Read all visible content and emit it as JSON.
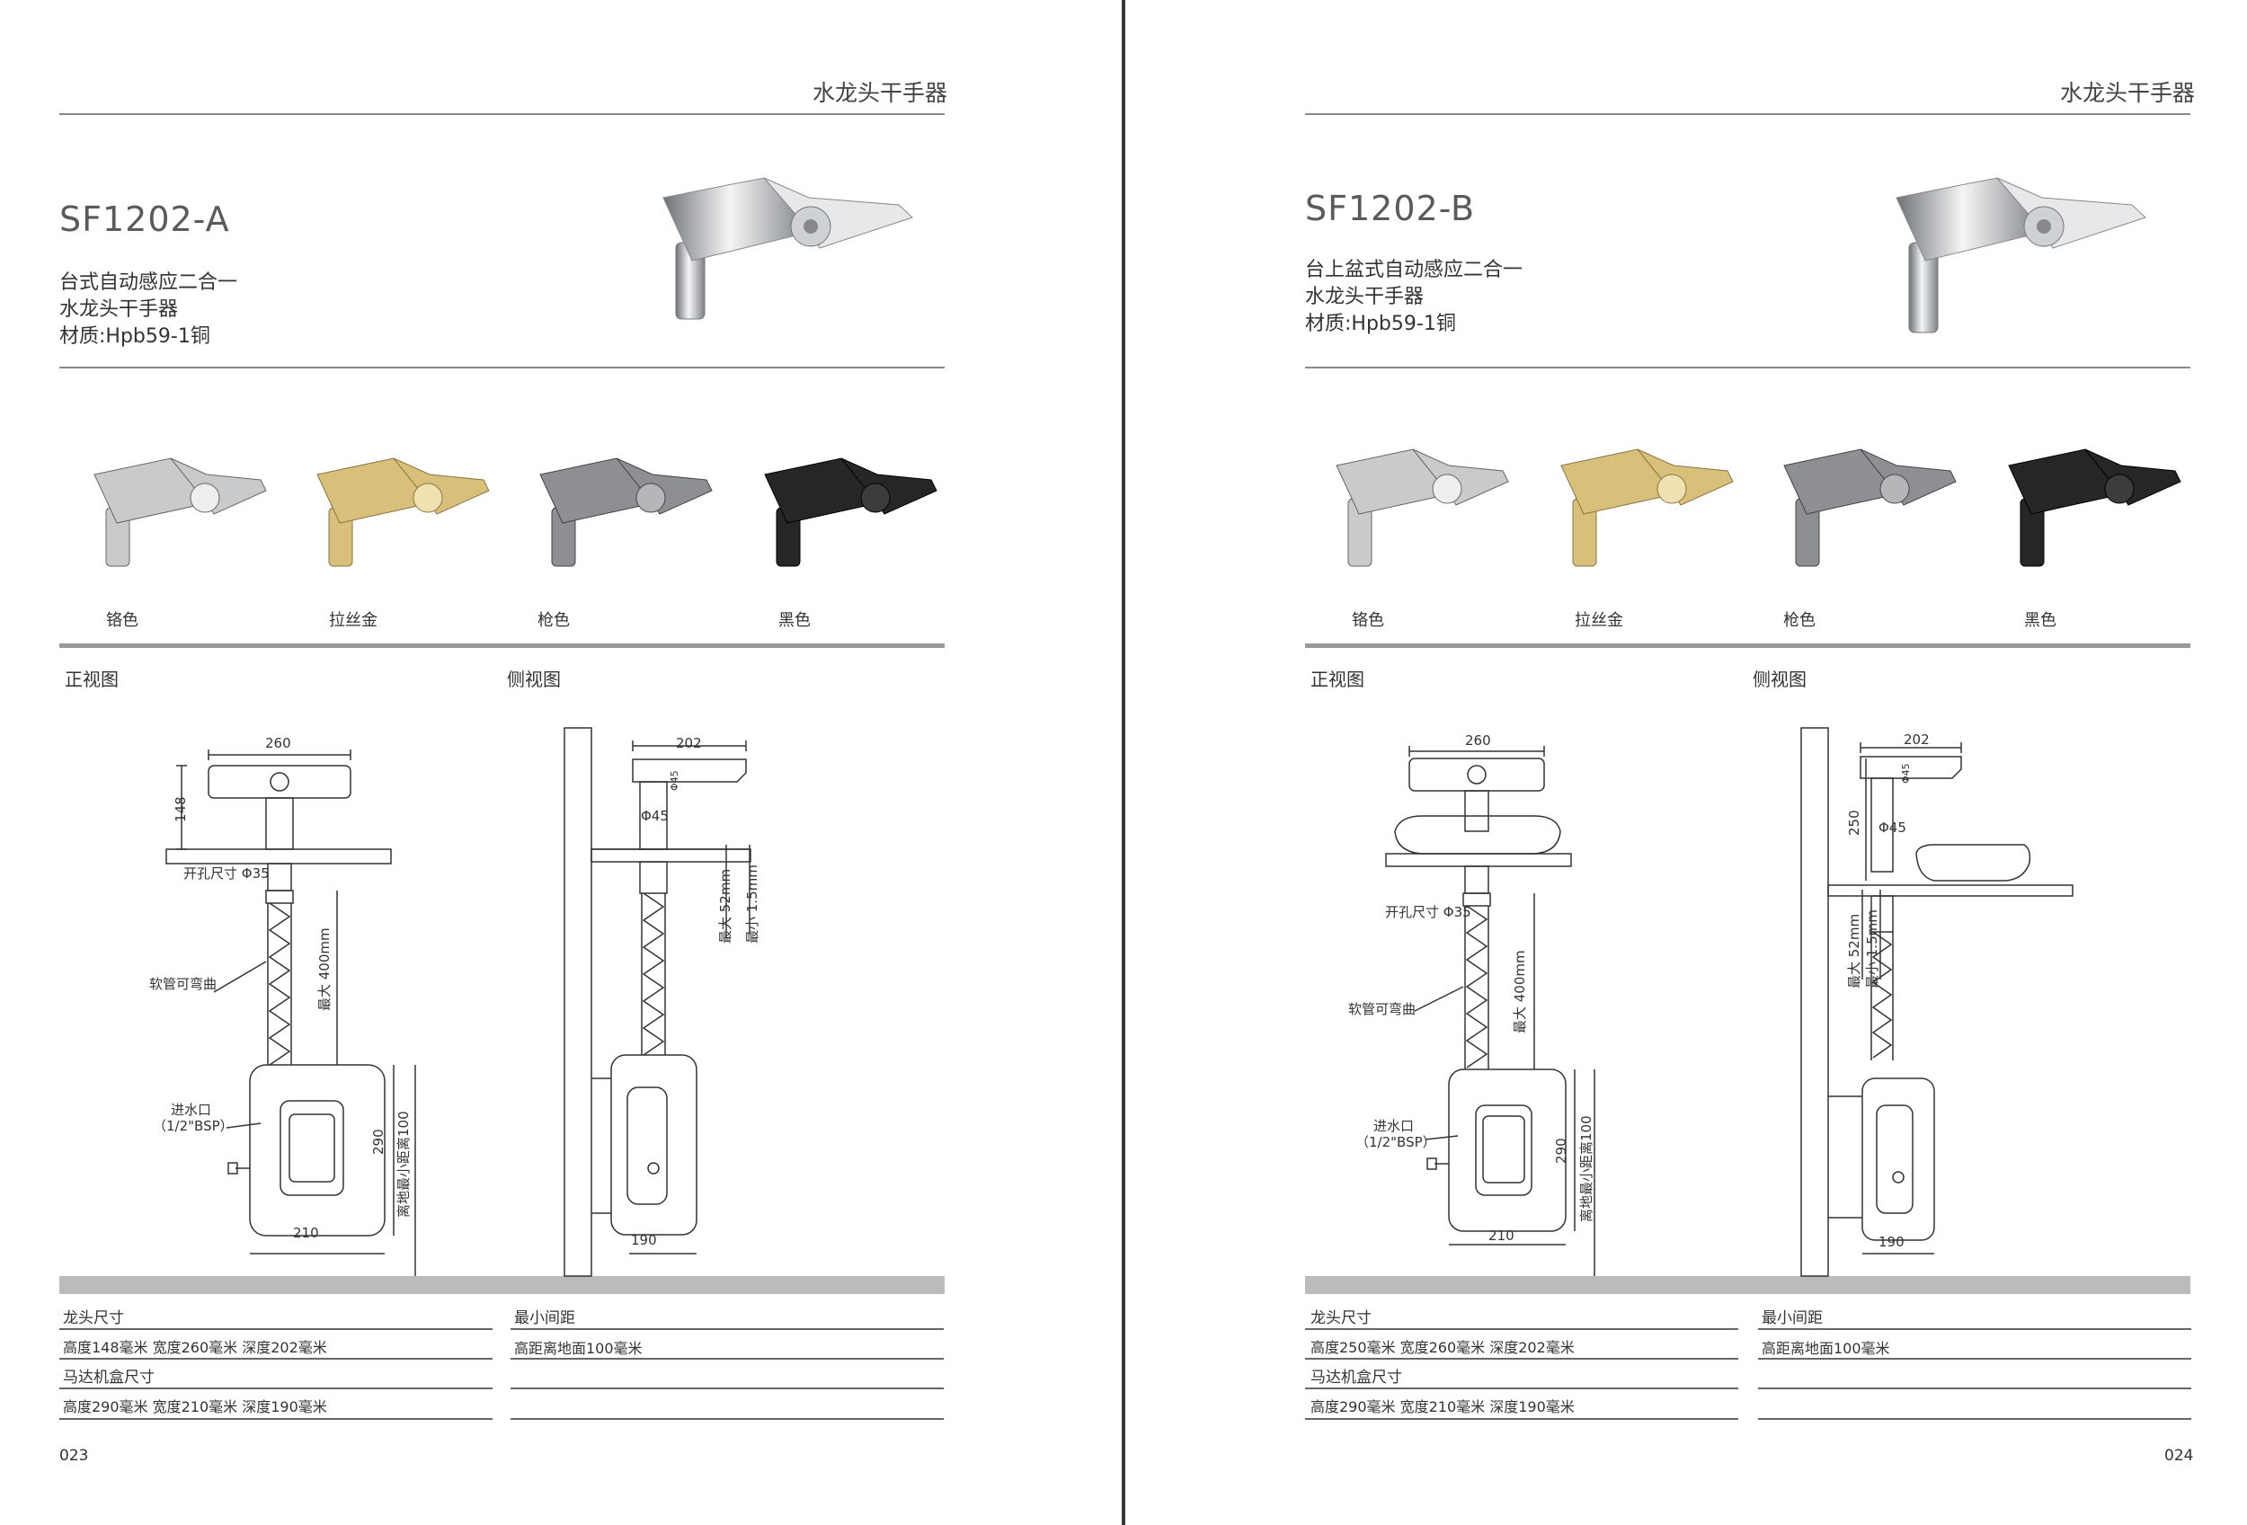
{
  "pages": [
    {
      "header": "水龙头干手器",
      "model": "SF1202-A",
      "desc": [
        "台式自动感应二合一",
        "水龙头干手器",
        "材质:Hpb59-1铜"
      ],
      "colors": [
        {
          "label": "铬色",
          "finish": "#c8cacc"
        },
        {
          "label": "拉丝金",
          "finish": "#d8c07a"
        },
        {
          "label": "枪色",
          "finish": "#8d8f92"
        },
        {
          "label": "黑色",
          "finish": "#262626"
        }
      ],
      "front_view": "正视图",
      "side_view": "侧视图",
      "dims": {
        "width": "260",
        "height": "148",
        "hole": "开孔尺寸 Φ35",
        "hose": "软管可弯曲",
        "hose_max": "最大 400mm",
        "inlet1": "进水口",
        "inlet2": "（1/2\"BSP）",
        "box_h": "290",
        "box_w": "210",
        "floor": "离地最小距离100",
        "depth": "202",
        "phi_small": "Φ45",
        "phi": "Φ45",
        "max_thick": "最大 52mm",
        "min_thick": "最小 1.5mm",
        "box_d": "190"
      },
      "specs": {
        "h1": "龙头尺寸",
        "v1": "高度148毫米  宽度260毫米 深度202毫米",
        "h2": "马达机盒尺寸",
        "v2": "高度290毫米  宽度210毫米 深度190毫米",
        "h3": "最小间距",
        "v3": "高距离地面100毫米"
      },
      "page_num": "023"
    },
    {
      "header": "水龙头干手器",
      "model": "SF1202-B",
      "desc": [
        "台上盆式自动感应二合一",
        "水龙头干手器",
        "材质:Hpb59-1铜"
      ],
      "colors": [
        {
          "label": "铬色",
          "finish": "#c8cacc"
        },
        {
          "label": "拉丝金",
          "finish": "#d8c07a"
        },
        {
          "label": "枪色",
          "finish": "#8d8f92"
        },
        {
          "label": "黑色",
          "finish": "#262626"
        }
      ],
      "front_view": "正视图",
      "side_view": "侧视图",
      "dims": {
        "width": "260",
        "height": "250",
        "hole": "开孔尺寸 Φ35",
        "hose": "软管可弯曲",
        "hose_max": "最大 400mm",
        "inlet1": "进水口",
        "inlet2": "（1/2\"BSP）",
        "box_h": "290",
        "box_w": "210",
        "floor": "离地最小距离100",
        "depth": "202",
        "phi_small": "Φ45",
        "phi": "Φ45",
        "max_thick": "最大 52mm",
        "min_thick": "最小 1.5mm",
        "box_d": "190"
      },
      "specs": {
        "h1": "龙头尺寸",
        "v1": "高度250毫米  宽度260毫米 深度202毫米",
        "h2": "马达机盒尺寸",
        "v2": "高度290毫米  宽度210毫米 深度190毫米",
        "h3": "最小间距",
        "v3": "高距离地面100毫米"
      },
      "page_num": "024"
    }
  ]
}
